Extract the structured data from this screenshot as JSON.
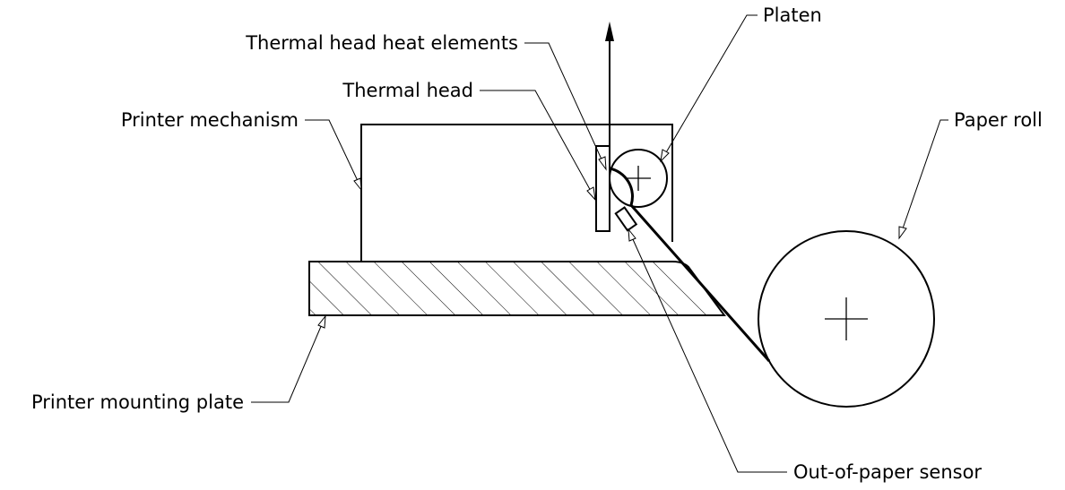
{
  "labels": {
    "platen": "Platen",
    "heat_elements": "Thermal head heat elements",
    "thermal_head": "Thermal head",
    "printer_mechanism": "Printer mechanism",
    "paper_roll": "Paper roll",
    "mounting_plate": "Printer mounting plate",
    "paper_sensor": "Out-of-paper sensor"
  },
  "colors": {
    "line": "#000000",
    "background": "#ffffff"
  }
}
